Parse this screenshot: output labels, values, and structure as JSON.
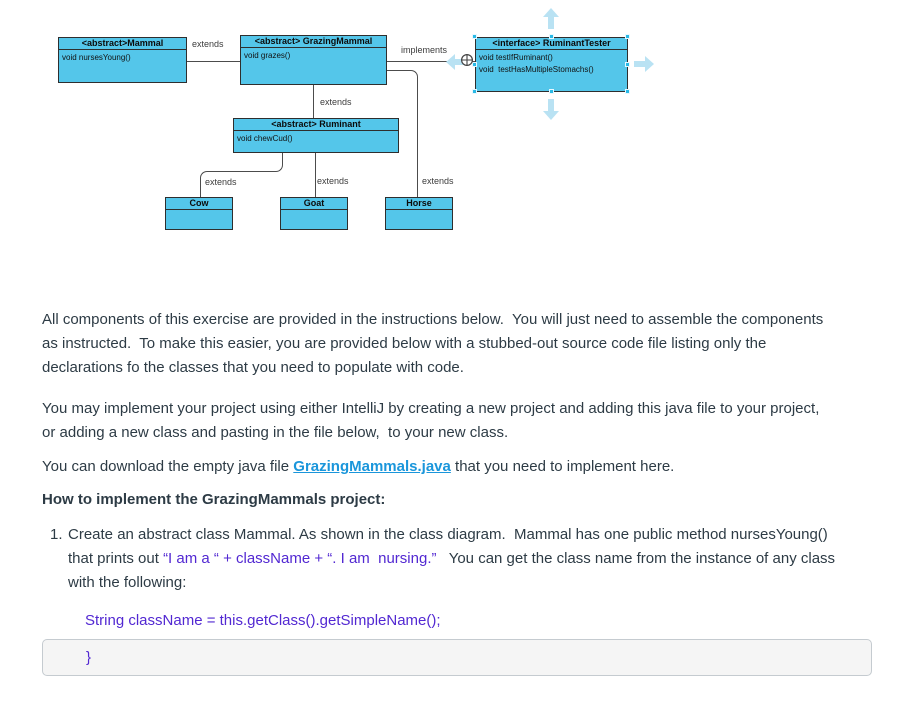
{
  "diagram": {
    "classes": {
      "mammal": {
        "title": "<abstract>Mammal",
        "methods": [
          "void nursesYoung()"
        ]
      },
      "grazing_mammal": {
        "title": "<abstract> GrazingMammal",
        "methods": [
          "void grazes()"
        ]
      },
      "ruminant_tester": {
        "title": "<interface> RuminantTester",
        "methods": [
          "void testIfRuminant()",
          "void  testHasMultipleStomachs()"
        ]
      },
      "ruminant": {
        "title": "<abstract> Ruminant",
        "methods": [
          "void chewCud()"
        ]
      },
      "cow": {
        "title": "Cow"
      },
      "goat": {
        "title": "Goat"
      },
      "horse": {
        "title": "Horse"
      }
    },
    "labels": {
      "extends_mammal": "extends",
      "implements": "implements",
      "extends_ruminant": "extends",
      "extends_cow": "extends",
      "extends_goat": "extends",
      "extends_horse": "extends"
    },
    "colors": {
      "box_fill": "#54c6ea",
      "box_border": "#2e2e2e",
      "connector": "#4c4c4c",
      "selection_arrow": "#b9e2f3",
      "selection_handle": "#29b9e6"
    }
  },
  "content": {
    "p1": {
      "line1": "All components of this exercise are provided in the instructions below.  You will just need to assemble the components",
      "line2": "as instructed.  To make this easier, you are provided below with a stubbed-out source code file listing only the",
      "line3": "declarations fo the classes that you need to populate with code."
    },
    "p2": {
      "line1": "You may implement your project using either IntelliJ by creating a new project and adding this java file to your project,",
      "line2": "or adding a new class and pasting in the file below,  to your new class."
    },
    "p3": {
      "prefix": "You can download the empty java file ",
      "link": "GrazingMammals.java",
      "suffix": " that you need to implement here."
    },
    "heading": "How to implement the GrazingMammals project:",
    "list_item_1": {
      "number": "1.",
      "line1": "Create an abstract class Mammal. As shown in the class diagram.  Mammal has one public method nursesYoung()",
      "line2_prefix": "that prints out ",
      "line2_highlight": "“I am a “ + className + “. I am  nursing.”",
      "line2_suffix": "   You can get the class name from the instance of any class",
      "line3": "with the following:"
    },
    "code_line": "String className = this.getClass().getSimpleName();",
    "code_block": "}"
  },
  "colors": {
    "body_text": "#2d3b45",
    "link": "#1a96db",
    "code_purple": "#5228d2",
    "stub_box_bg": "#f5f5f5"
  }
}
